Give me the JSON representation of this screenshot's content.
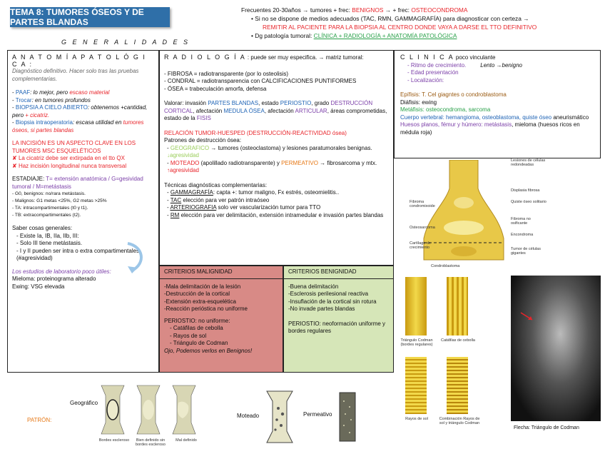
{
  "title": "TEMA 8: TUMORES ÓSEOS Y DE PARTES BLANDAS",
  "generalidades": "G E N E R A L I D A D E S",
  "top_notes": {
    "line1_a": "Frecuentes 20-30años → tumores + frec: ",
    "line1_b": "BENIGNOS",
    "line1_c": " → + frec: ",
    "line1_d": "OSTEOCONDROMA",
    "line2": "Si no se dispone de medios adecuados (TAC, RMN, GAMMAGRAFÍA) para diagnosticar con certeza →",
    "line3": "REMITIR AL PACIENTE PARA LA BIOPSIA AL CENTRO DONDE VAYA A DARSE EL TTO DEFINITIVO",
    "line4_a": "Dg patología tumoral: ",
    "line4_b": "CLÍNICA + RADIOLOGÍA + ANATOMÍA PATOLÓGICA"
  },
  "anatomia": {
    "header": "A N A T O M Í A   P A T O L Ó G I C A :",
    "intro": "Diagnóstico definitivo. Hacer solo tras las pruebas complementarias.",
    "items": [
      {
        "a": "PAAF",
        "b": ": lo mejor, pero ",
        "c": "escaso material"
      },
      {
        "a": "Trocar",
        "b": ": en tumores profundos",
        "c": ""
      },
      {
        "a": "BIOPSIA A CIELO ABIERTO",
        "b": ": obtenemos +cantidad, pero ",
        "c": "+ cicatriz."
      },
      {
        "a": "Biopsia intraoperatoria",
        "b": ": escasa utilidad en ",
        "c": "tumores óseos, si partes blandas"
      }
    ],
    "incision": "LA INCISIÓN ES UN ASPECTO CLAVE EN LOS TUMORES MSC ESQUELÉTICOS",
    "checks": [
      "La cicatriz debe ser extirpada en el tto QX",
      "Haz incisión longitudinal nunca transversal"
    ],
    "estadiaje_a": "ESTADIAJE: ",
    "estadiaje_b": "T= extensión anatómica / G=gesividad tumoral / M=metástasis",
    "estadiaje_items": [
      "G0, benignos: no/rara metástasis.",
      "Malignos: G1 metas <25%, G2 metas >25%",
      "TA: intracompartimentales (t0 y t1).",
      "TB: extracompartimentales (t2)."
    ],
    "saber": "Saber cosas generales:",
    "saber_items": [
      "Existe Ia, IB, IIa, IIb, III:",
      "Solo III tiene metástasis.",
      "I y II pueden ser intra o extra compartimentales (#agresividad)"
    ],
    "lab": "Los estudios de laboratorio poco útiles:",
    "lab_items": [
      "Mieloma: proteinograma alterado",
      "Ewing: VSG elevada"
    ]
  },
  "radiologia": {
    "header": "R A D I O L O G Í A",
    "header_b": " : puede ser muy especifica. → matriz tumoral:",
    "matriz": [
      "FIBROSA = radiotransparente (por lo osteolisis)",
      "CONDRAL = radiotransparencia con CALCIFICACIONES PUNTIFORMES",
      "ÓSEA = trabeculación amorfa, defensa"
    ],
    "valorar_a": "Valorar: invasión ",
    "valorar_b": "PARTES BLANDAS",
    "valorar_c": ", estado ",
    "valorar_d": "PERIOSTIO",
    "valorar_e": ", grado ",
    "valorar_f": "DESTRUCCIÓN CORTICAL",
    "valorar_g": ", afectación ",
    "valorar_h": "MEDULA ÓSEA",
    "valorar_i": ", afectación ",
    "valorar_j": "ARTICULAR",
    "valorar_k": ", áreas comprometidas, estado de la ",
    "valorar_l": "FISIS",
    "relacion": "RELACIÓN TUMOR-HUESPED (DESTRUCCIÓN-REACTIVIDAD ósea)",
    "patrones": "Patrones de destrucción ósea:",
    "geo_a": "GEOGRAFICO",
    "geo_b": " → tumores (osteoclastoma) y lesiones paratumorales benignas. ",
    "geo_c": "↓agresividad",
    "mot_a": "MOTEADO",
    "mot_b": " (apolillado radiotransparente) y ",
    "mot_c": "PERMEATIVO",
    "mot_d": " → fibrosarcoma y mtx. ",
    "mot_e": "↑agresividad",
    "tecnicas": "Técnicas diagnósticas complementarias:",
    "tec_items": [
      {
        "a": "GAMMAGRAFÍA",
        "b": ": capta +: tumor maligno, Fx estrés, osteomielitis.."
      },
      {
        "a": "TAC",
        "b": " elección para ver patrón intraóseo"
      },
      {
        "a": "ARTERIOGRAFIA",
        "b": " solo ver vascularización tumor para TTO"
      },
      {
        "a": "RM",
        "b": " elección para ver delimitación, extensión intramedular e invasión partes blandas"
      }
    ]
  },
  "criterios": {
    "malig_header": "CRITERIOS MALIGNIDAD",
    "benig_header": "CRITERIOS BENIGNIDAD",
    "malig_items": [
      "-Mala delimitación de la lesión",
      "-Destrucción de la cortical",
      "-Extensión extra-esquelética",
      "-Reacción perióstica no uniforme"
    ],
    "periostio_malig": "PERIOSTIO: no uniforme:",
    "periostio_items": [
      "Catáfilas de cebolla",
      "Rayos de sol",
      "Triángulo de Codman"
    ],
    "ojo": "Ojo, Podemos verlos en Benignos!",
    "benig_items": [
      "-Buena delimitación",
      "-Esclerosis perilesional reactiva",
      "-Insuflación de la cortical sin rotura",
      "-No invade partes blandas"
    ],
    "periostio_benig": "PERIOSTIO: neoformación uniforme y bordes regulares"
  },
  "clinica": {
    "header": "C L I N I C A",
    "header_b": " poco vinculante",
    "items": [
      {
        "a": "Ritmo de crecimiento.",
        "b": "Lento →benigno"
      },
      {
        "a": "Edad presentación",
        "b": ""
      },
      {
        "a": "Localización:",
        "b": ""
      }
    ],
    "epifisis": "Epífisis: T. Cel giagntes o condroblastoma",
    "diafisis": "Diáfisis: ewing",
    "metafisis": "Metáfisis: osteocondroma, sarcoma",
    "columna": "Cuerpo vertebral: hemangioma, osteoblastoma, quiste óseo",
    "columna_b": " aneurismático",
    "huesos_a": "Huesos planos, fémur y húmero: metástasis",
    "huesos_b": ", mieloma (huesos ricos en médula roja)"
  },
  "bone_labels": {
    "right": [
      "Lesiones de células redondeadas",
      "Displasia fibrosa",
      "Quiste óseo solitario",
      "Fibroma no osificante",
      "Encondroma",
      "Tumor de células gigantes"
    ],
    "left": [
      "Fibroma condromixoide",
      "Osteosarcoma",
      "Cartílago de crecimiento"
    ],
    "bottom": "Condroblastoma"
  },
  "periosteal_captions": [
    "Triángulo Codman (bordes regulares)",
    "Catáfilas de cebolla",
    "Rayos de sol",
    "Combinación Rayos de sol y triángulo Codman"
  ],
  "xray_caption": "Flecha: Triángulo de Codman",
  "patron": {
    "label": "PATRÓN:",
    "geografico": "Geográfico",
    "moteado": "Moteado",
    "permeativo": "Permeativo",
    "captions": [
      "Bordes escleroso",
      "Bien definido sin bordes escleroso",
      "Mal definido"
    ]
  },
  "colors": {
    "title_bg": "#2f6fa8",
    "malig_bg": "#d88a86",
    "benig_bg": "#d6e6b8",
    "bone": "#e8c848"
  }
}
